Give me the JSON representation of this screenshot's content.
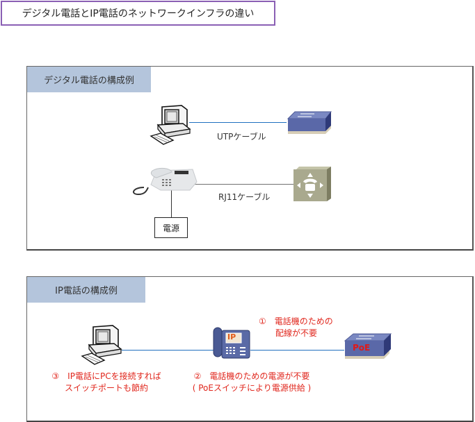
{
  "title": "デジタル電話とIP電話のネットワークインフラの違い",
  "digital_section": {
    "heading": "デジタル電話の構成例",
    "nodes": [
      {
        "id": "pc",
        "icon": "desktop-computer-icon"
      },
      {
        "id": "switch",
        "icon": "network-switch-icon"
      },
      {
        "id": "digital-phone",
        "icon": "desk-phone-icon"
      },
      {
        "id": "pbx",
        "icon": "pbx-phone-system-icon"
      },
      {
        "id": "power",
        "label": "電源"
      }
    ],
    "links": [
      {
        "from": "pc",
        "to": "switch",
        "label": "UTPケーブル",
        "color": "#1f6fbf"
      },
      {
        "from": "digital-phone",
        "to": "pbx",
        "label": "RJ11ケーブル",
        "color": "#707070"
      },
      {
        "from": "digital-phone",
        "to": "power",
        "label": "",
        "color": "#333333"
      }
    ]
  },
  "ip_section": {
    "heading": "IP電話の構成例",
    "nodes": [
      {
        "id": "pc",
        "icon": "desktop-computer-icon"
      },
      {
        "id": "ip-phone",
        "icon": "ip-phone-icon",
        "badge": "IP"
      },
      {
        "id": "poe-switch",
        "icon": "poe-switch-icon",
        "badge": "PoE"
      }
    ],
    "links": [
      {
        "from": "pc",
        "to": "ip-phone",
        "color": "#1f6fbf"
      },
      {
        "from": "ip-phone",
        "to": "poe-switch",
        "color": "#1f6fbf"
      }
    ],
    "notes": [
      {
        "id": "note-1",
        "lines": [
          "①　電話機のための",
          "　　配線が不要"
        ]
      },
      {
        "id": "note-2",
        "lines": [
          "②　電話機のための電源が不要",
          "( PoEスイッチにより電源供給 )"
        ]
      },
      {
        "id": "note-3",
        "lines": [
          "③　IP電話にPCを接続すれば",
          "スイッチポートも節約"
        ]
      }
    ]
  },
  "colors": {
    "title_border": "#8a5fb4",
    "tab_fill": "#b4c5dc",
    "note_text": "#e0261c",
    "cable_blue": "#1f6fbf",
    "switch_fill": "#5a68a8",
    "pbx_fill": "#a9a98e"
  }
}
